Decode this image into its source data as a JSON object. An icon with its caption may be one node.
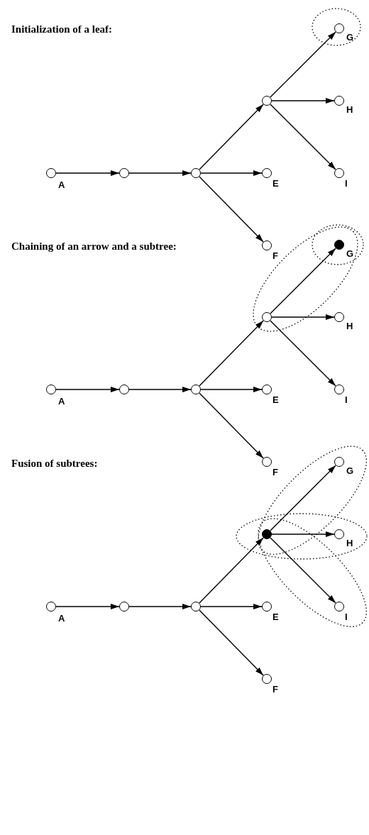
{
  "diagram": {
    "nodes": [
      {
        "text": [],
        "shape": "ellipse"
      },
      {
        "text": [],
        "shape": "circle",
        "beside": [
          "A"
        ]
      },
      {
        "text": [],
        "shape": "circle"
      },
      {
        "text": [],
        "shape": "circle"
      },
      {
        "text": [],
        "shape": "circle",
        "beside": [
          "E"
        ]
      },
      {
        "text": [],
        "shape": "circle",
        "beside": [
          "F"
        ]
      },
      {
        "text": [],
        "shape": "circle"
      },
      {
        "text": [],
        "shape": "circle",
        "beside": [
          "G"
        ],
        "in": 0
      },
      {
        "text": [],
        "shape": "circle",
        "beside": [
          "H"
        ]
      },
      {
        "text": [],
        "shape": "circle",
        "beside": [
          "I"
        ]
      },
      {
        "text": [],
        "shape": "ellipse"
      },
      {
        "text": [],
        "shape": "ellipse",
        "in": 10
      },
      {
        "text": [],
        "shape": "circle",
        "beside": [
          "A"
        ]
      },
      {
        "text": [],
        "shape": "circle"
      },
      {
        "text": [],
        "shape": "circle"
      },
      {
        "text": [],
        "shape": "circle",
        "beside": [
          "E"
        ]
      },
      {
        "text": [],
        "shape": "circle",
        "beside": [
          "F"
        ]
      },
      {
        "text": [],
        "shape": "circle",
        "in": 10
      },
      {
        "text": [],
        "shape": "dot",
        "beside": [
          "G"
        ],
        "in": 11
      },
      {
        "text": [],
        "shape": "circle",
        "beside": [
          "H"
        ]
      },
      {
        "text": [],
        "shape": "circle",
        "beside": [
          "I"
        ]
      },
      {
        "text": [],
        "shape": "ellipse"
      },
      {
        "text": [],
        "shape": "ellipse"
      },
      {
        "text": [],
        "shape": "ellipse"
      },
      {
        "text": [],
        "shape": "circle",
        "beside": [
          "A"
        ]
      },
      {
        "text": [],
        "shape": "circle"
      },
      {
        "text": [],
        "shape": "circle"
      },
      {
        "text": [],
        "shape": "circle",
        "beside": [
          "E"
        ]
      },
      {
        "text": [],
        "shape": "circle",
        "beside": [
          "F"
        ]
      },
      {
        "text": [],
        "shape": "dot"
      },
      {
        "text": [],
        "shape": "circle",
        "beside": [
          "G"
        ],
        "in": 21
      },
      {
        "text": [],
        "shape": "circle",
        "beside": [
          "H"
        ],
        "in": 22
      },
      {
        "text": [],
        "shape": "circle",
        "beside": [
          "I"
        ],
        "in": 23
      }
    ],
    "edges": [
      {
        "from": 1,
        "to": 2,
        "arrow": "to"
      },
      {
        "from": 2,
        "to": 3,
        "arrow": "to"
      },
      {
        "from": 3,
        "to": 4,
        "arrow": "to"
      },
      {
        "from": 3,
        "to": 5,
        "arrow": "to"
      },
      {
        "from": 3,
        "to": 6,
        "arrow": "to"
      },
      {
        "from": 6,
        "to": 7,
        "arrow": "to"
      },
      {
        "from": 6,
        "to": 8,
        "arrow": "to"
      },
      {
        "from": 6,
        "to": 9,
        "arrow": "to"
      },
      {
        "from": 12,
        "to": 13,
        "arrow": "to"
      },
      {
        "from": 13,
        "to": 14,
        "arrow": "to"
      },
      {
        "from": 14,
        "to": 15,
        "arrow": "to"
      },
      {
        "from": 14,
        "to": 16,
        "arrow": "to"
      },
      {
        "from": 14,
        "to": 17,
        "arrow": "to"
      },
      {
        "from": 17,
        "to": 18,
        "arrow": "to"
      },
      {
        "from": 17,
        "to": 19,
        "arrow": "to"
      },
      {
        "from": 17,
        "to": 20,
        "arrow": "to"
      },
      {
        "from": 24,
        "to": 25,
        "arrow": "to"
      },
      {
        "from": 25,
        "to": 26,
        "arrow": "to"
      },
      {
        "from": 26,
        "to": 27,
        "arrow": "to"
      },
      {
        "from": 26,
        "to": 28,
        "arrow": "to"
      },
      {
        "from": 26,
        "to": 29,
        "arrow": "to"
      },
      {
        "from": 29,
        "to": 30,
        "arrow": "to"
      },
      {
        "from": 29,
        "to": 31,
        "arrow": "to"
      },
      {
        "from": 29,
        "to": 32,
        "arrow": "to"
      }
    ],
    "labels": [
      "Initialization of a leaf:",
      "Chaining of an arrow and a subtree:",
      "Fusion of subtrees:"
    ]
  }
}
